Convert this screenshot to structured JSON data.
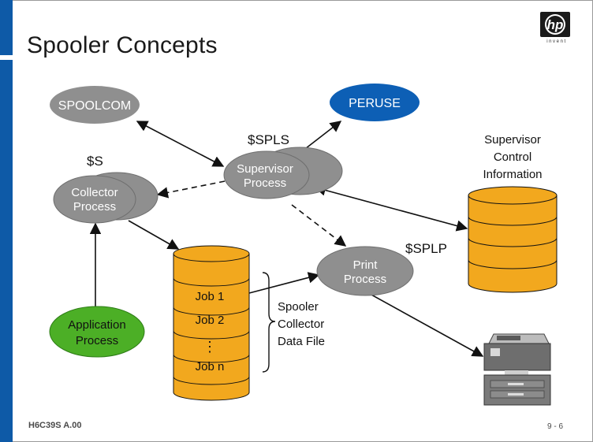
{
  "slide": {
    "title": "Spooler Concepts",
    "logo_text": "hp",
    "logo_subtext": "invent",
    "footer_left": "H6C39S A.00",
    "footer_right": "9 - 6"
  },
  "nodes": {
    "spoolcom": "SPOOLCOM",
    "peruse": "PERUSE",
    "splsLabel": "$SPLS",
    "supervisor1": "Supervisor",
    "supervisor2": "Process",
    "sLabel": "$S",
    "collector1": "Collector",
    "collector2": "Process",
    "application1": "Application",
    "application2": "Process",
    "splpLabel": "$SPLP",
    "print1": "Print",
    "print2": "Process",
    "job1": "Job 1",
    "job2": "Job 2",
    "jobDots": "⋮",
    "jobN": "Job n",
    "dataFile1": "Spooler",
    "dataFile2": "Collector",
    "dataFile3": "Data File",
    "supInfo1": "Supervisor",
    "supInfo2": "Control",
    "supInfo3": "Information"
  },
  "colors": {
    "gray_node": "#8f8f8f",
    "blue_node": "#0d5fb5",
    "green_node": "#4caf26",
    "db_orange": "#f2a81e",
    "accent_bar": "#0e5aa7"
  }
}
